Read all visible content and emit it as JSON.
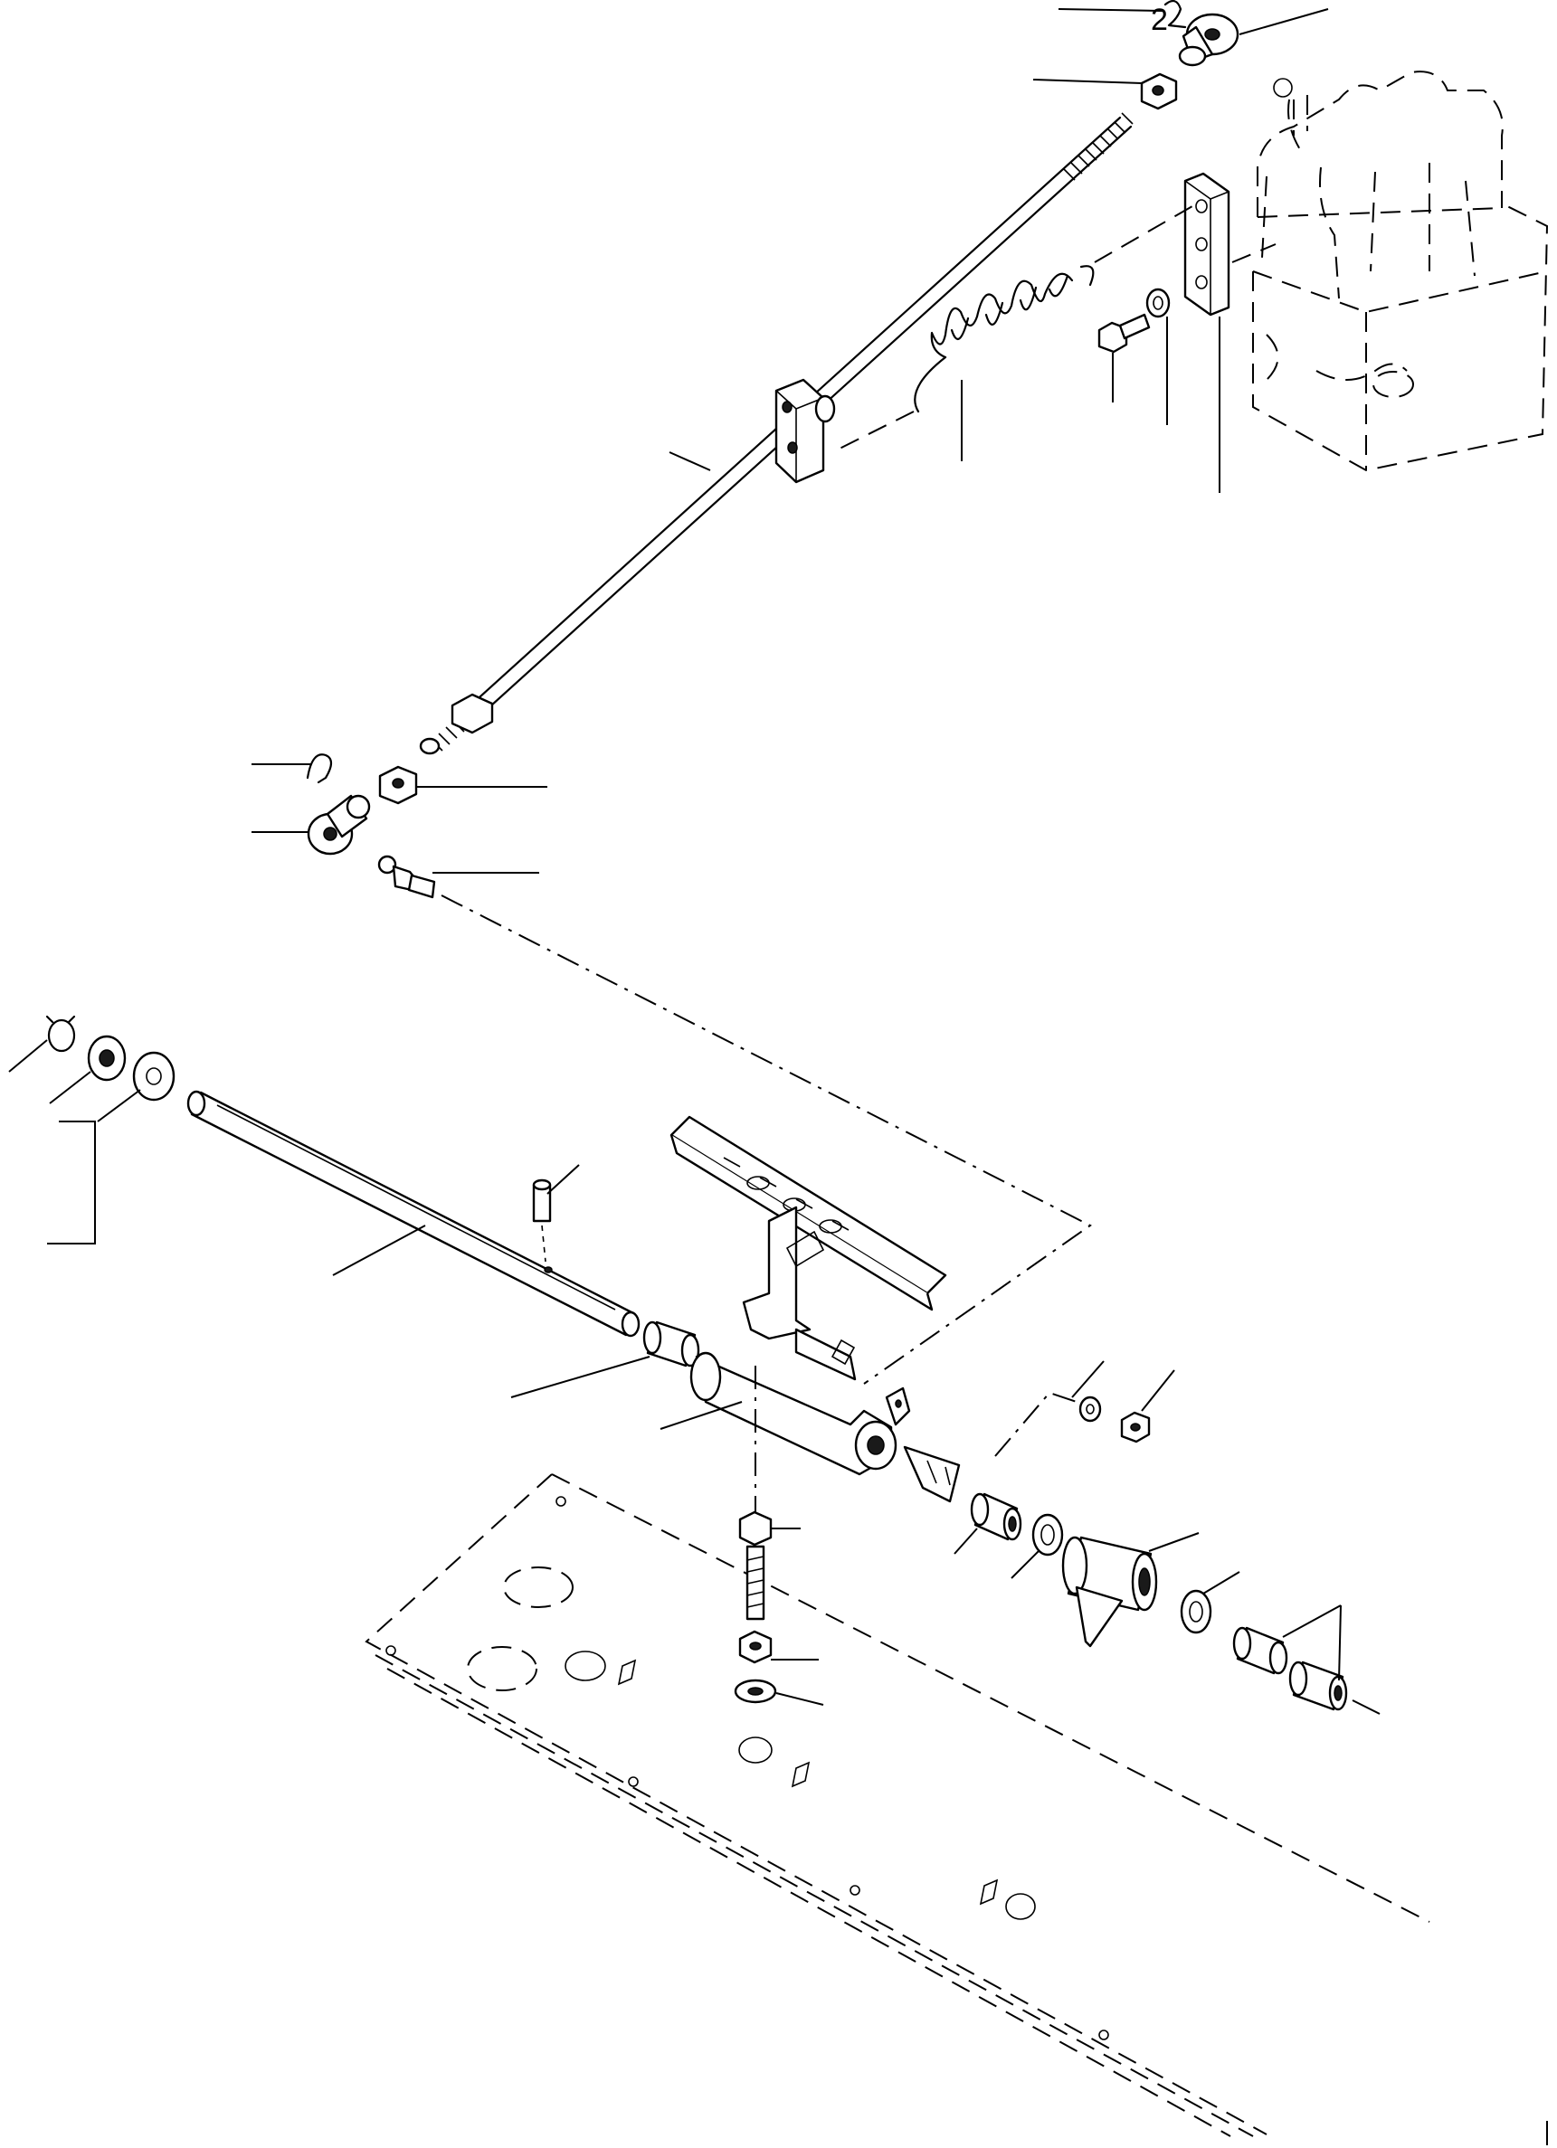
{
  "diagram": {
    "kind": "exploded-parts-view",
    "parts": [
      {
        "name": "cotter-pin-upper",
        "label": "2"
      },
      {
        "name": "ball-joint-socket-upper"
      },
      {
        "name": "lock-nut-upper"
      },
      {
        "name": "threaded-control-rod"
      },
      {
        "name": "mounting-bracket"
      },
      {
        "name": "bolt"
      },
      {
        "name": "washer-small"
      },
      {
        "name": "return-spring"
      },
      {
        "name": "rod-guide-block"
      },
      {
        "name": "cotter-pin-lower"
      },
      {
        "name": "ball-joint-socket-lower"
      },
      {
        "name": "lock-nut-lower"
      },
      {
        "name": "ball-stud"
      },
      {
        "name": "snap-ring"
      },
      {
        "name": "washer-a"
      },
      {
        "name": "washer-b"
      },
      {
        "name": "pedal-shaft"
      },
      {
        "name": "roll-pin"
      },
      {
        "name": "bushing-left"
      },
      {
        "name": "pedal-arm"
      },
      {
        "name": "stop-lock-washer"
      },
      {
        "name": "stop-nut"
      },
      {
        "name": "stop-bolt"
      },
      {
        "name": "hex-nut"
      },
      {
        "name": "flat-washer"
      },
      {
        "name": "bushing-right"
      },
      {
        "name": "thrust-washer"
      },
      {
        "name": "pedal-bracket"
      },
      {
        "name": "spacer-washer"
      },
      {
        "name": "bushings-pair"
      },
      {
        "name": "floor-plate"
      },
      {
        "name": "valve-body"
      }
    ]
  }
}
